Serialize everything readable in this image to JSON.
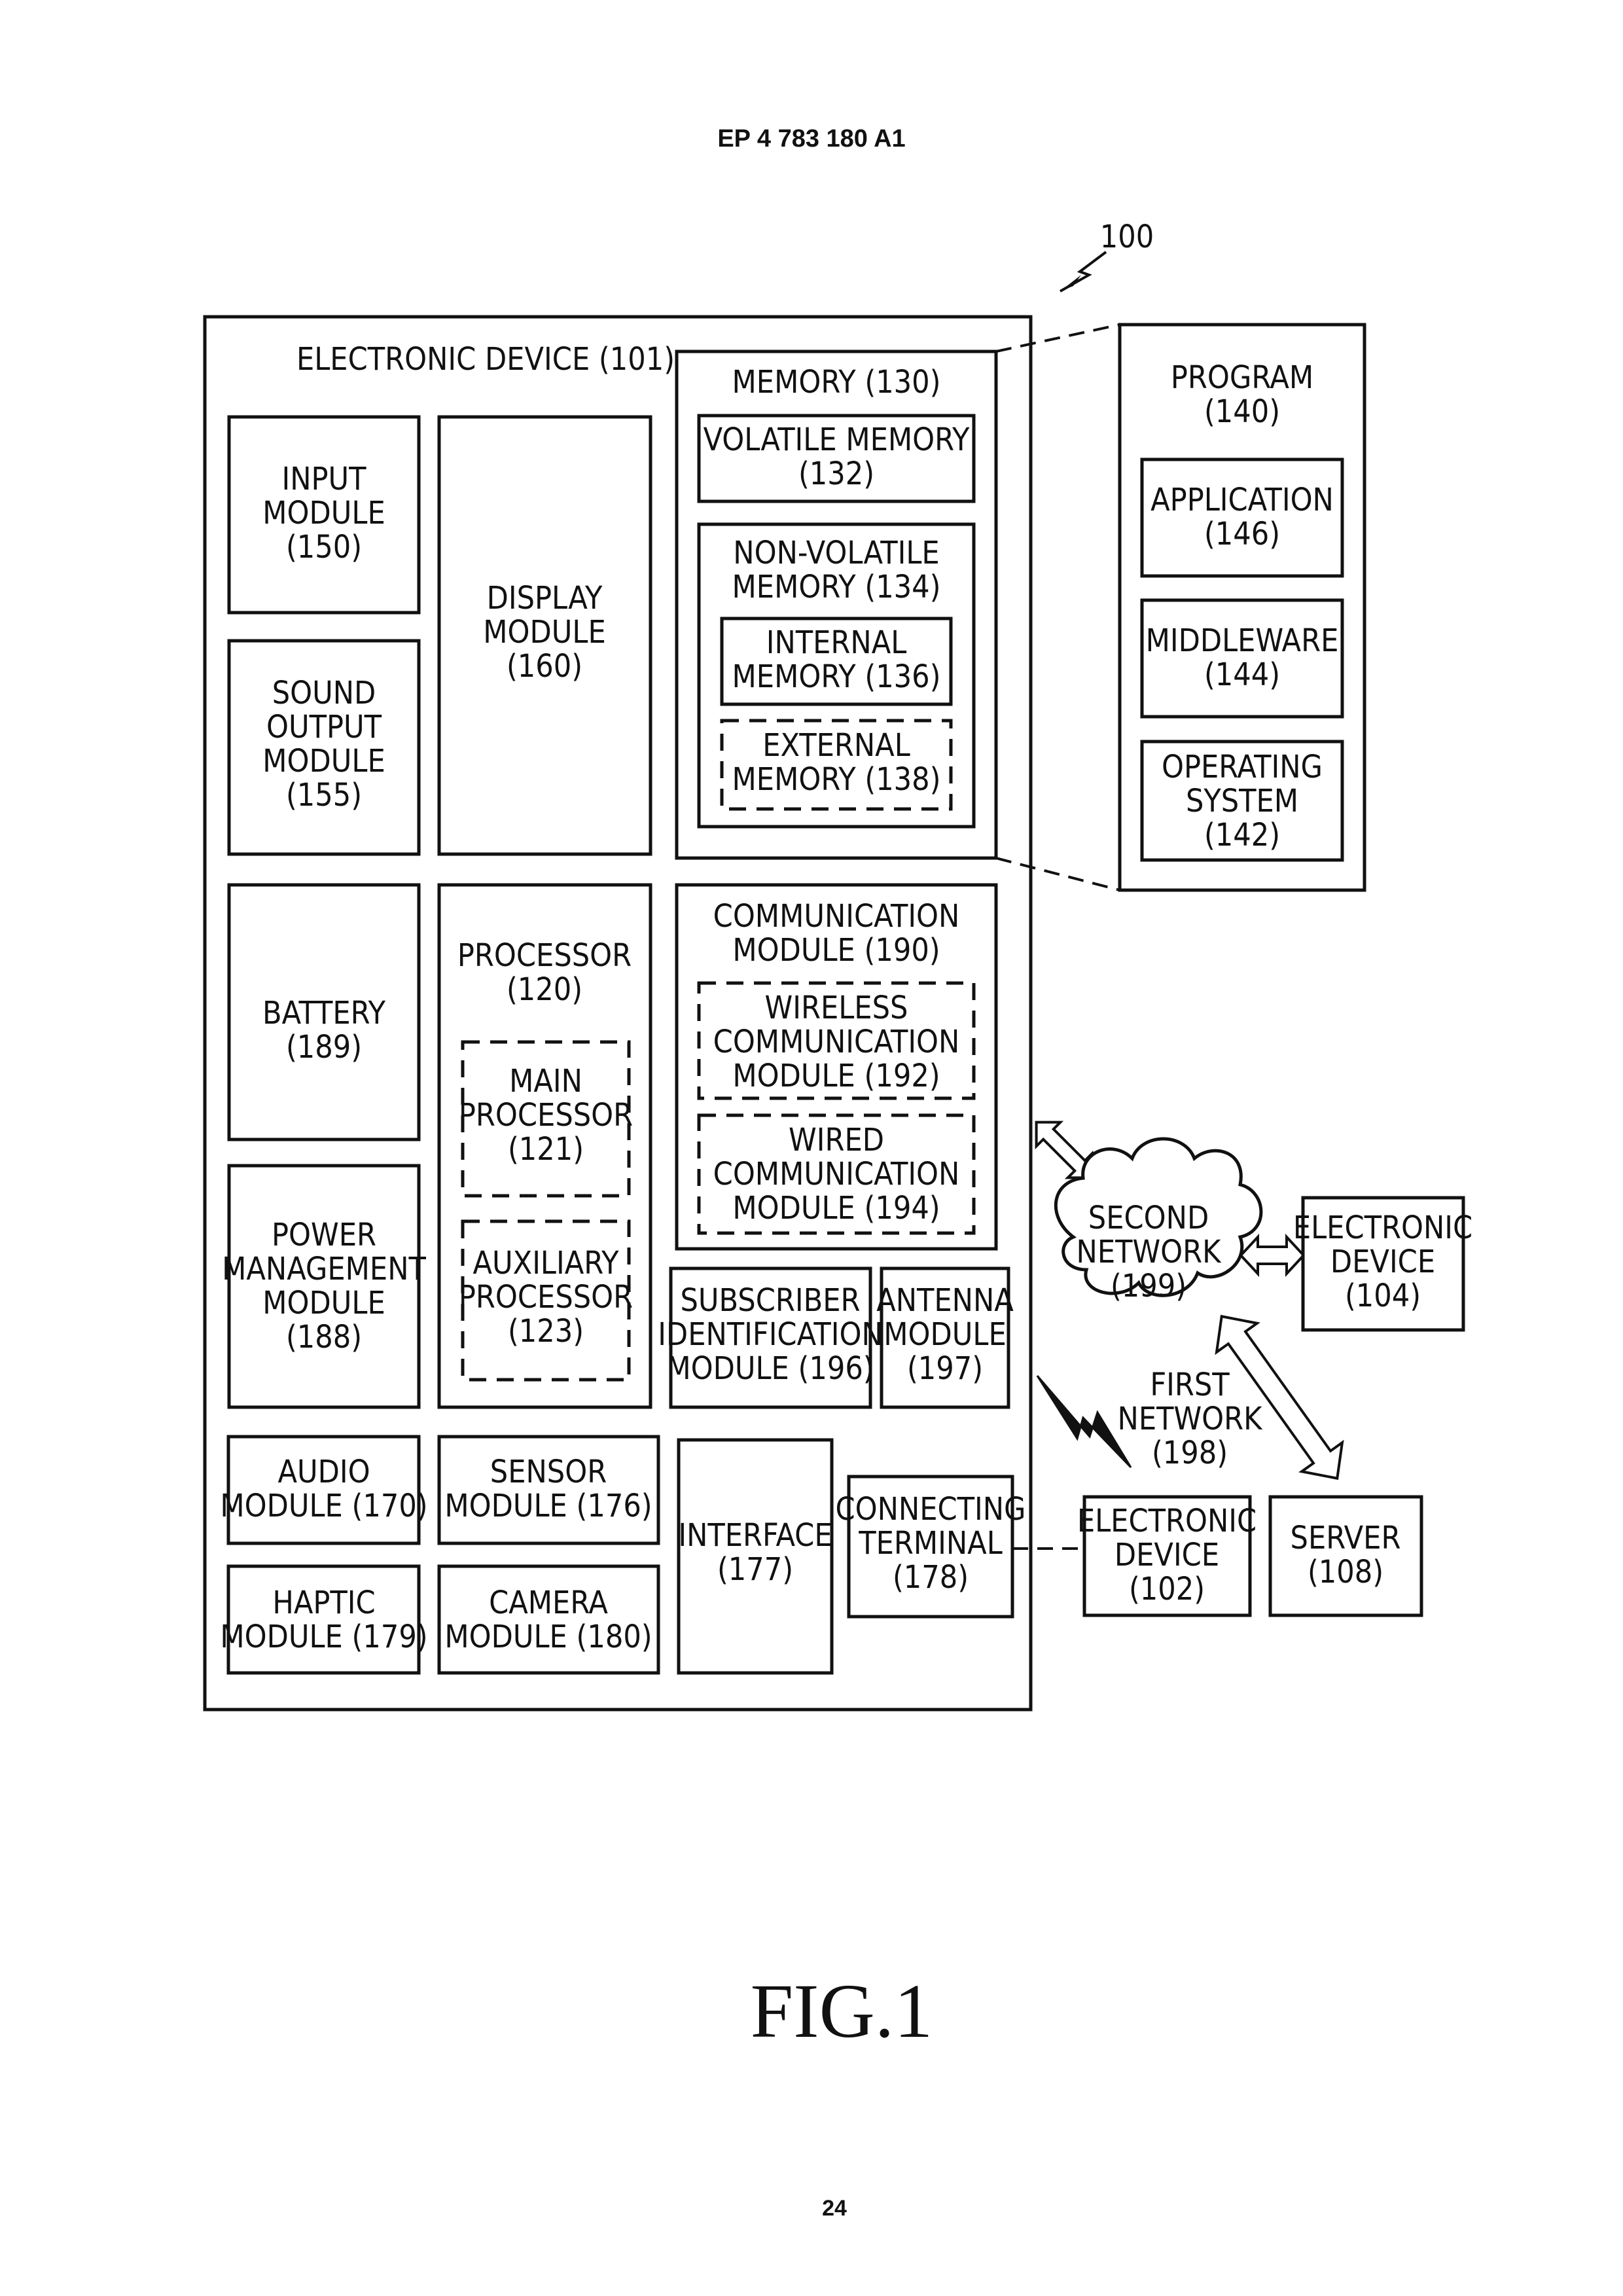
{
  "header": {
    "patent_number": "EP 4 783 180 A1"
  },
  "reference_numeral": "100",
  "electronic_device": {
    "title": "ELECTRONIC DEVICE (101)",
    "input_module": [
      "INPUT",
      "MODULE",
      "(150)"
    ],
    "sound_output_module": [
      "SOUND",
      "OUTPUT",
      "MODULE",
      "(155)"
    ],
    "display_module": [
      "DISPLAY",
      "MODULE",
      "(160)"
    ],
    "memory": {
      "title": "MEMORY (130)",
      "volatile": [
        "VOLATILE MEMORY",
        "(132)"
      ],
      "non_volatile": [
        "NON-VOLATILE",
        "MEMORY (134)"
      ],
      "internal": [
        "INTERNAL",
        "MEMORY (136)"
      ],
      "external": [
        "EXTERNAL",
        "MEMORY (138)"
      ]
    },
    "battery": [
      "BATTERY",
      "(189)"
    ],
    "power_management": [
      "POWER",
      "MANAGEMENT",
      "MODULE",
      "(188)"
    ],
    "processor": {
      "title": [
        "PROCESSOR",
        "(120)"
      ],
      "main": [
        "MAIN",
        "PROCESSOR",
        "(121)"
      ],
      "auxiliary": [
        "AUXILIARY",
        "PROCESSOR",
        "(123)"
      ]
    },
    "communication": {
      "title": [
        "COMMUNICATION",
        "MODULE (190)"
      ],
      "wireless": [
        "WIRELESS",
        "COMMUNICATION",
        "MODULE (192)"
      ],
      "wired": [
        "WIRED",
        "COMMUNICATION",
        "MODULE (194)"
      ]
    },
    "subscriber": [
      "SUBSCRIBER",
      "IDENTIFICATION",
      "MODULE (196)"
    ],
    "antenna": [
      "ANTENNA",
      "MODULE",
      "(197)"
    ],
    "audio": [
      "AUDIO",
      "MODULE (170)"
    ],
    "sensor": [
      "SENSOR",
      "MODULE (176)"
    ],
    "haptic": [
      "HAPTIC",
      "MODULE (179)"
    ],
    "camera": [
      "CAMERA",
      "MODULE (180)"
    ],
    "interface": [
      "INTERFACE",
      "(177)"
    ],
    "connecting_terminal": [
      "CONNECTING",
      "TERMINAL",
      "(178)"
    ]
  },
  "program": {
    "title": [
      "PROGRAM",
      "(140)"
    ],
    "application": [
      "APPLICATION",
      "(146)"
    ],
    "middleware": [
      "MIDDLEWARE",
      "(144)"
    ],
    "operating_system": [
      "OPERATING",
      "SYSTEM",
      "(142)"
    ]
  },
  "external": {
    "second_network": [
      "SECOND",
      "NETWORK",
      "(199)"
    ],
    "first_network": [
      "FIRST",
      "NETWORK",
      "(198)"
    ],
    "device_104": [
      "ELECTRONIC",
      "DEVICE",
      "(104)"
    ],
    "device_102": [
      "ELECTRONIC",
      "DEVICE",
      "(102)"
    ],
    "server": [
      "SERVER",
      "(108)"
    ]
  },
  "figure_label": "FIG.1",
  "page_number": "24"
}
